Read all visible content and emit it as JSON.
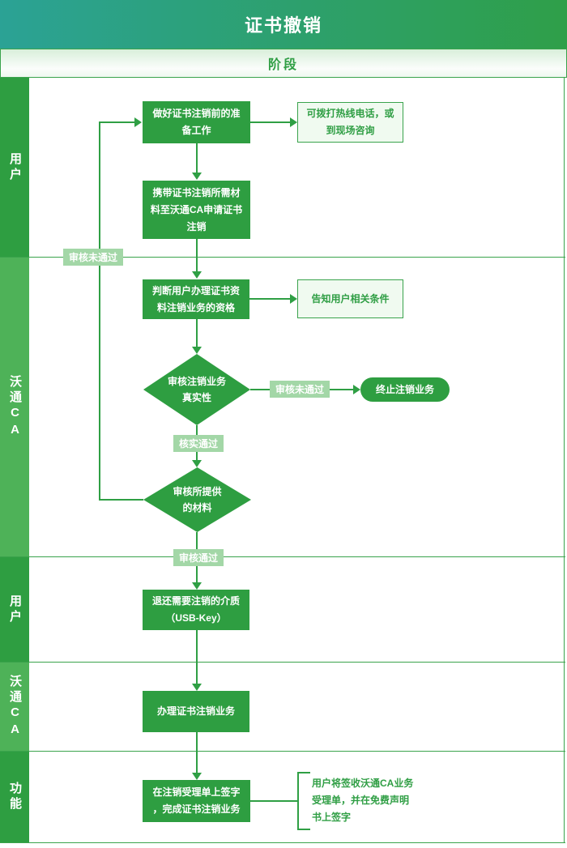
{
  "header": {
    "title": "证书撤销"
  },
  "phase_bar": {
    "label": "阶段"
  },
  "lanes": [
    {
      "label": "用户"
    },
    {
      "label": "沃通CA"
    },
    {
      "label": "用户"
    },
    {
      "label": "沃通CA"
    },
    {
      "label": "功能"
    }
  ],
  "nodes": {
    "prepare": "做好证书注销前的准\n备工作",
    "hotline": "可拨打热线电话，或\n到现场咨询",
    "bring_materials": "携带证书注销所需材\n料至沃通CA申请证书\n注销",
    "judge_qualification": "判断用户办理证书资\n料注销业务的资格",
    "inform_conditions": "告知用户相关条件",
    "verify_authenticity": "审核注销业务\n真实性",
    "terminate": "终止注销业务",
    "review_materials": "审核所提供\n的材料",
    "return_media": "退还需要注销的介质\n（USB-Key）",
    "handle_revocation": "办理证书注销业务",
    "sign_form": "在注销受理单上签字\n，完成证书注销业务",
    "note": "用户将签收沃通CA业务\n受理单，并在免费声明\n书上签字"
  },
  "edge_labels": {
    "review_failed_loop": "审核未通过",
    "review_failed": "审核未通过",
    "verify_passed": "核实通过",
    "review_passed": "审核通过"
  },
  "colors": {
    "header_gradient_left": "#2ba295",
    "header_gradient_right": "#2f9f49",
    "node_green": "#2e9e41",
    "lane_light_green": "#4eb258",
    "line_green": "#2f9f44",
    "edge_label_bg": "#a3d7a7",
    "light_box_bg": "#f0faf0",
    "border_green": "#3aa34c"
  }
}
